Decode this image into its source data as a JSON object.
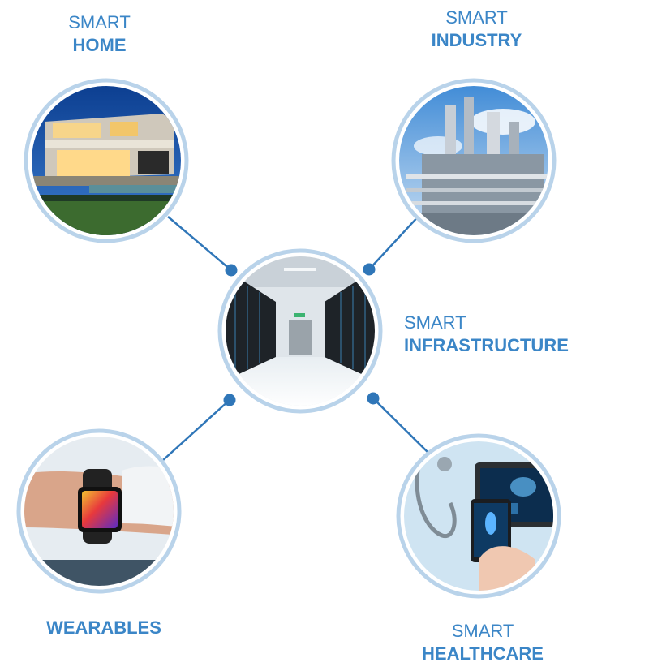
{
  "colors": {
    "accent": "#3b86c7",
    "ring": "#b9d3ea",
    "line": "#2f76b8"
  },
  "nodes": {
    "home": {
      "line1": "SMART",
      "line2": "HOME",
      "icon": "modern-house-photo"
    },
    "industry": {
      "line1": "SMART",
      "line2": "INDUSTRY",
      "icon": "refinery-photo"
    },
    "infrastructure": {
      "line1": "SMART",
      "line2": "INFRASTRUCTURE",
      "icon": "server-room-photo"
    },
    "wearables": {
      "line1": "",
      "line2": "WEARABLES",
      "icon": "smartwatch-photo"
    },
    "healthcare": {
      "line1": "SMART",
      "line2": "HEALTHCARE",
      "icon": "tablet-medical-photo"
    }
  }
}
